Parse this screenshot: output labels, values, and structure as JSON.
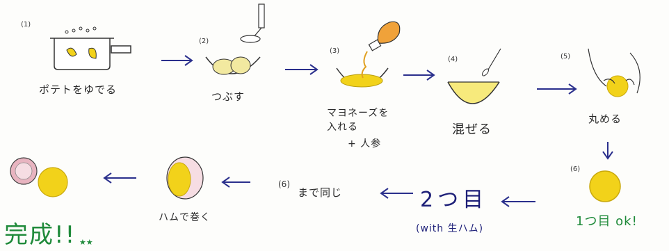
{
  "steps": [
    {
      "num": "(1)",
      "label": "ポテトをゆでる"
    },
    {
      "num": "(2)",
      "label": "つぶす"
    },
    {
      "num": "(3)",
      "label_line1": "マヨネーズを",
      "label_line2": "入れる",
      "label_line3": "+ 人参"
    },
    {
      "num": "(4)",
      "label": "混ぜる"
    },
    {
      "num": "(5)",
      "label": "丸める"
    },
    {
      "num": "(6)",
      "label": "1つ目 ok!"
    }
  ],
  "second_round": {
    "title": "2つ目",
    "subtitle": "(with 生ハム)",
    "same_num": "(6)",
    "same_label": "まで同じ",
    "wrap_label": "ハムで巻く"
  },
  "finish": {
    "label": "完成!!",
    "stars": "★★"
  },
  "colors": {
    "arrow": "#2a2f8c",
    "potato": "#f2d21a",
    "ham": "#e8b4c0",
    "done": "#1f8a3a"
  }
}
